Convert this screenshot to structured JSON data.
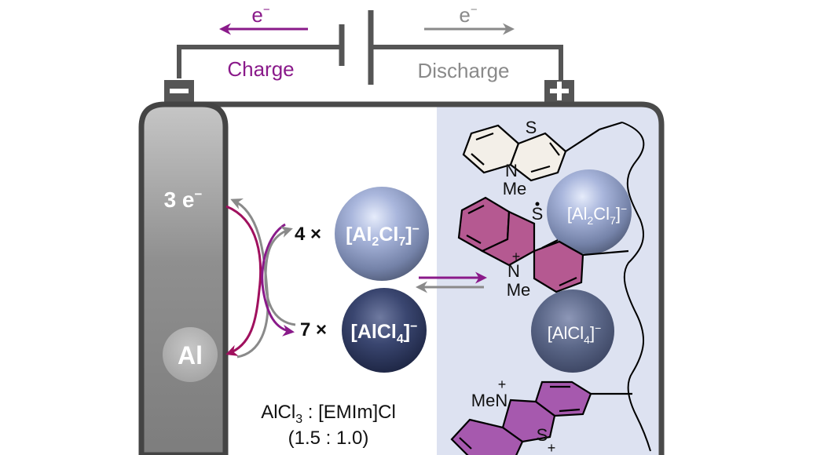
{
  "circuit": {
    "charge_electron": "e",
    "charge_electron_sup": "−",
    "charge_label": "Charge",
    "discharge_electron": "e",
    "discharge_electron_sup": "−",
    "discharge_label": "Discharge",
    "negative_terminal": "−",
    "positive_terminal": "+"
  },
  "anode": {
    "electrons_num": "3 e",
    "electrons_sup": "−",
    "metal_label": "Al"
  },
  "electrolyte": {
    "ion1_coef": "4 ×",
    "ion1_a": "[Al",
    "ion1_sub1": "2",
    "ion1_b": "Cl",
    "ion1_sub2": "7",
    "ion1_c": "]",
    "ion1_sup": "−",
    "ion2_coef": "7 ×",
    "ion2_a": "[AlCl",
    "ion2_sub": "4",
    "ion2_c": "]",
    "ion2_sup": "−",
    "composition_a": "AlCl",
    "composition_sub": "3",
    "composition_b": " : [EMIm]Cl",
    "ratio": "(1.5 : 1.0)"
  },
  "cathode": {
    "neutral_S": "S",
    "neutral_N": "N",
    "neutral_Me": "Me",
    "radical_S": "S",
    "radical_N": "N",
    "radical_plus": "+",
    "radical_Me": "Me",
    "ion3_a": "[Al",
    "ion3_sub1": "2",
    "ion3_b": "Cl",
    "ion3_sub2": "7",
    "ion3_c": "]",
    "ion3_sup": "−",
    "ion4_a": "[AlCl",
    "ion4_sub": "4",
    "ion4_c": "]",
    "ion4_sup": "−",
    "dication_MeN": "MeN",
    "dication_N_plus": "+",
    "dication_S": "S",
    "dication_S_plus": "+"
  },
  "colors": {
    "charge": "#8a1a8a",
    "discharge": "#8a8a8a",
    "frame": "#4a4a4a",
    "cathode_bg": "#dde2f1",
    "radical_fill": "#b04a86",
    "dication_fill": "#a04aa6",
    "neutral_fill": "#f3efe8"
  }
}
